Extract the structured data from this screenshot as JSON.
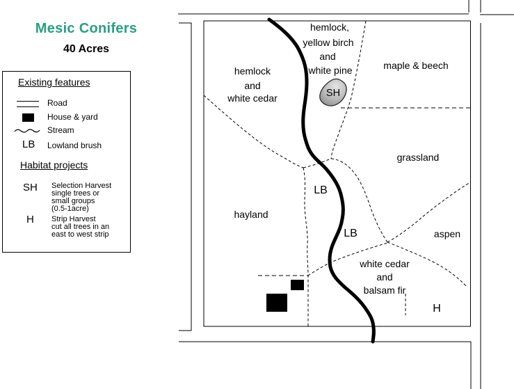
{
  "title": "Mesic Conifers",
  "title_color": "#27a083",
  "subtitle": "40 Acres",
  "legend": {
    "existing_title": "Existing features",
    "road_label": "Road",
    "house_label": "House & yard",
    "stream_label": "Stream",
    "lb_symbol": "LB",
    "lb_label": "Lowland brush",
    "projects_title": "Habitat projects",
    "sh_symbol": "SH",
    "sh_desc": [
      "Selection Harvest",
      "single trees or",
      "small groups",
      "(0.5-1acre)"
    ],
    "h_symbol": "H",
    "h_desc": [
      "Strip Harvest",
      "cut  all trees in an",
      "east  to west  strip"
    ]
  },
  "map": {
    "labels": {
      "hemlock_cedar": [
        "hemlock",
        "and",
        "white cedar"
      ],
      "hemlock_birch_pine": [
        "hemlock,",
        "yellow birch",
        "and",
        "white pine"
      ],
      "maple_beech": "maple & beech",
      "grassland": "grassland",
      "hayland": "hayland",
      "aspen": "aspen",
      "cedar_fir": [
        "white cedar",
        "and",
        "balsam fir"
      ],
      "lb_upper": "LB",
      "lb_lower": "LB",
      "sh_marker": "SH",
      "h_marker": "H"
    }
  }
}
